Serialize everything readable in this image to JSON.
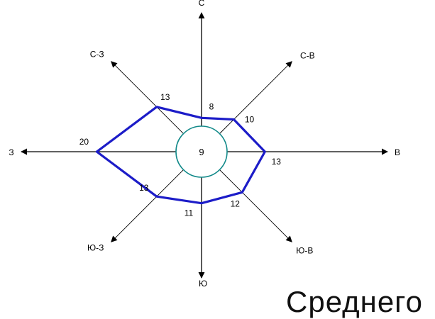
{
  "chart_data": {
    "type": "radar",
    "title": "",
    "directions": [
      "С",
      "С-В",
      "В",
      "Ю-В",
      "Ю",
      "Ю-З",
      "З",
      "С-З"
    ],
    "values": [
      8,
      10,
      13,
      12,
      11,
      13,
      20,
      13
    ],
    "calm": 9,
    "series_color": "#1c1cc8",
    "calm_circle_color": "#138a8a",
    "axis_color": "#000000"
  },
  "caption": "Среднего"
}
